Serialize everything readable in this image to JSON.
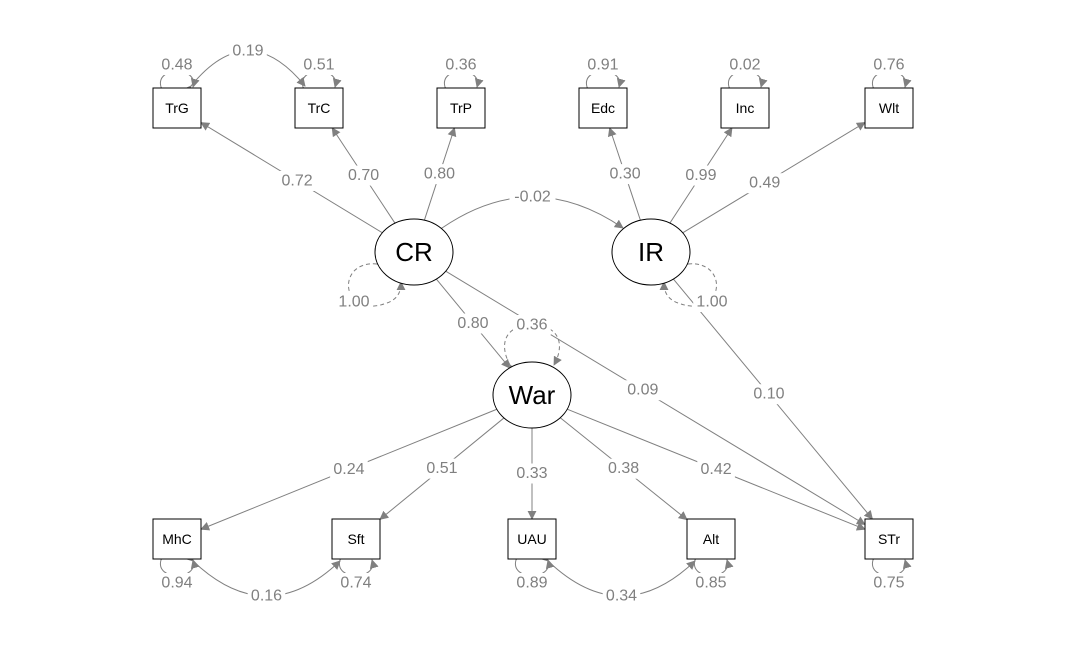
{
  "colors": {
    "edge": "#808080",
    "node_border": "#000000",
    "background": "#ffffff"
  },
  "nodes": [
    {
      "id": "TrG",
      "label": "TrG",
      "kind": "observed"
    },
    {
      "id": "TrC",
      "label": "TrC",
      "kind": "observed"
    },
    {
      "id": "TrP",
      "label": "TrP",
      "kind": "observed"
    },
    {
      "id": "Edc",
      "label": "Edc",
      "kind": "observed"
    },
    {
      "id": "Inc",
      "label": "Inc",
      "kind": "observed"
    },
    {
      "id": "Wlt",
      "label": "Wlt",
      "kind": "observed"
    },
    {
      "id": "CR",
      "label": "CR",
      "kind": "latent"
    },
    {
      "id": "IR",
      "label": "IR",
      "kind": "latent"
    },
    {
      "id": "War",
      "label": "War",
      "kind": "latent"
    },
    {
      "id": "MhC",
      "label": "MhC",
      "kind": "observed"
    },
    {
      "id": "Sft",
      "label": "Sft",
      "kind": "observed"
    },
    {
      "id": "UAU",
      "label": "UAU",
      "kind": "observed"
    },
    {
      "id": "Alt",
      "label": "Alt",
      "kind": "observed"
    },
    {
      "id": "STr",
      "label": "STr",
      "kind": "observed"
    }
  ],
  "paths": [
    {
      "from": "CR",
      "to": "TrG",
      "value": "0.72"
    },
    {
      "from": "CR",
      "to": "TrC",
      "value": "0.70"
    },
    {
      "from": "CR",
      "to": "TrP",
      "value": "0.80"
    },
    {
      "from": "IR",
      "to": "Edc",
      "value": "0.30"
    },
    {
      "from": "IR",
      "to": "Inc",
      "value": "0.99"
    },
    {
      "from": "IR",
      "to": "Wlt",
      "value": "0.49"
    },
    {
      "from": "CR",
      "to": "War",
      "value": "0.80"
    },
    {
      "from": "CR",
      "to": "STr",
      "value": "0.09"
    },
    {
      "from": "IR",
      "to": "STr",
      "value": "0.10"
    },
    {
      "from": "War",
      "to": "MhC",
      "value": "0.24"
    },
    {
      "from": "War",
      "to": "Sft",
      "value": "0.51"
    },
    {
      "from": "War",
      "to": "UAU",
      "value": "0.33"
    },
    {
      "from": "War",
      "to": "Alt",
      "value": "0.38"
    },
    {
      "from": "War",
      "to": "STr",
      "value": "0.42"
    }
  ],
  "covariances": [
    {
      "a": "TrG",
      "b": "TrC",
      "value": "0.19"
    },
    {
      "a": "CR",
      "b": "IR",
      "value": "-0.02"
    },
    {
      "a": "MhC",
      "b": "Sft",
      "value": "0.16"
    },
    {
      "a": "UAU",
      "b": "Alt",
      "value": "0.34"
    }
  ],
  "variances": [
    {
      "node": "TrG",
      "value": "0.48"
    },
    {
      "node": "TrC",
      "value": "0.51"
    },
    {
      "node": "TrP",
      "value": "0.36"
    },
    {
      "node": "Edc",
      "value": "0.91"
    },
    {
      "node": "Inc",
      "value": "0.02"
    },
    {
      "node": "Wlt",
      "value": "0.76"
    },
    {
      "node": "CR",
      "value": "1.00"
    },
    {
      "node": "IR",
      "value": "1.00"
    },
    {
      "node": "War",
      "value": "0.36"
    },
    {
      "node": "MhC",
      "value": "0.94"
    },
    {
      "node": "Sft",
      "value": "0.74"
    },
    {
      "node": "UAU",
      "value": "0.89"
    },
    {
      "node": "Alt",
      "value": "0.85"
    },
    {
      "node": "STr",
      "value": "0.75"
    }
  ]
}
